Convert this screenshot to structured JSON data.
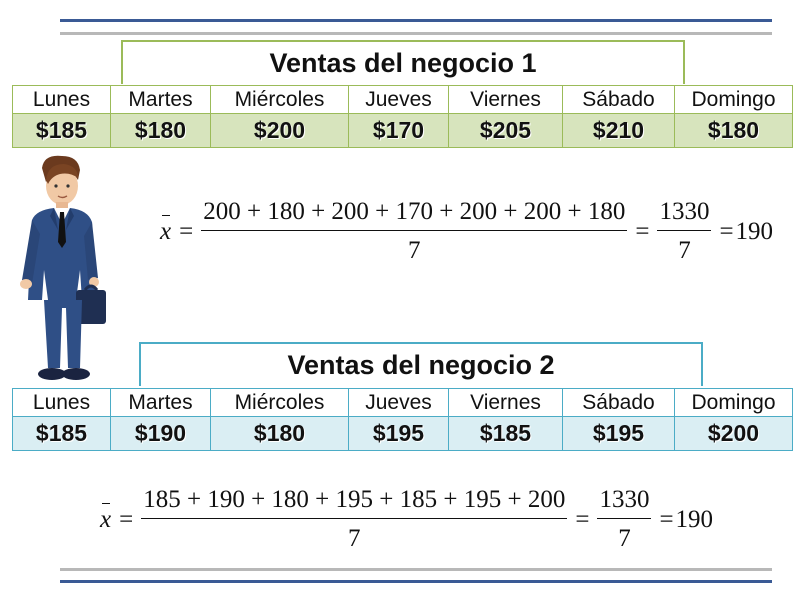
{
  "days": [
    "Lunes",
    "Martes",
    "Miércoles",
    "Jueves",
    "Viernes",
    "Sábado",
    "Domingo"
  ],
  "negocio1": {
    "title": "Ventas del negocio 1",
    "values": [
      "$185",
      "$180",
      "$200",
      "$170",
      "$205",
      "$210",
      "$180"
    ],
    "formula": {
      "mean_symbol": "x",
      "equals": "=",
      "numerator": "200 + 180 + 200 + 170 + 200 + 200 + 180",
      "denominator": "7",
      "sum_numerator": "1330",
      "sum_denominator": "7",
      "result": "190"
    }
  },
  "negocio2": {
    "title": "Ventas del negocio 2",
    "values": [
      "$185",
      "$190",
      "$180",
      "$195",
      "$185",
      "$195",
      "$200"
    ],
    "formula": {
      "mean_symbol": "x",
      "equals": "=",
      "numerator": "185 + 190 + 180 + 195 + 185 + 195 + 200",
      "denominator": "7",
      "sum_numerator": "1330",
      "sum_denominator": "7",
      "result": "190"
    }
  },
  "colors": {
    "accent_green": "#9bbb59",
    "fill_green": "#d7e4bd",
    "accent_blue": "#4bacc6",
    "fill_blue": "#daeef3",
    "rule_blue": "#3a5a95",
    "rule_gray": "#b8b8b8"
  },
  "illustration": "businessman-with-briefcase"
}
